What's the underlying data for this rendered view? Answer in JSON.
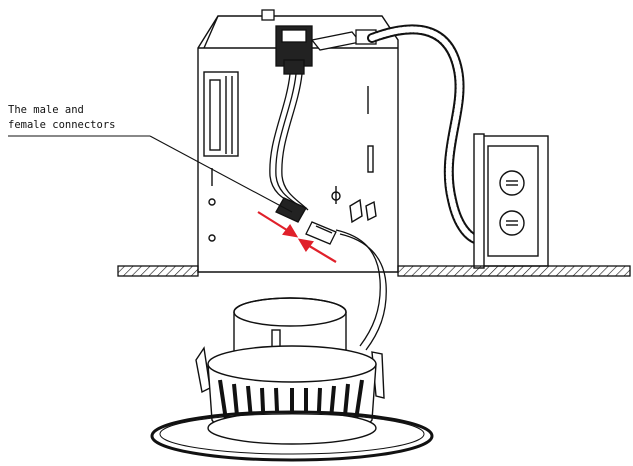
{
  "callout": {
    "line1": "The male and",
    "line2": "female connectors"
  },
  "colors": {
    "ink": "#111111",
    "arrow": "#e0202a",
    "background": "#ffffff"
  },
  "parts": [
    "recessed-housing-can",
    "junction-box-connector",
    "flexible-armored-conduit",
    "electrical-outlet",
    "ceiling-line",
    "wire-harness",
    "male-female-connectors",
    "led-retrofit-downlight",
    "trim-ring"
  ]
}
